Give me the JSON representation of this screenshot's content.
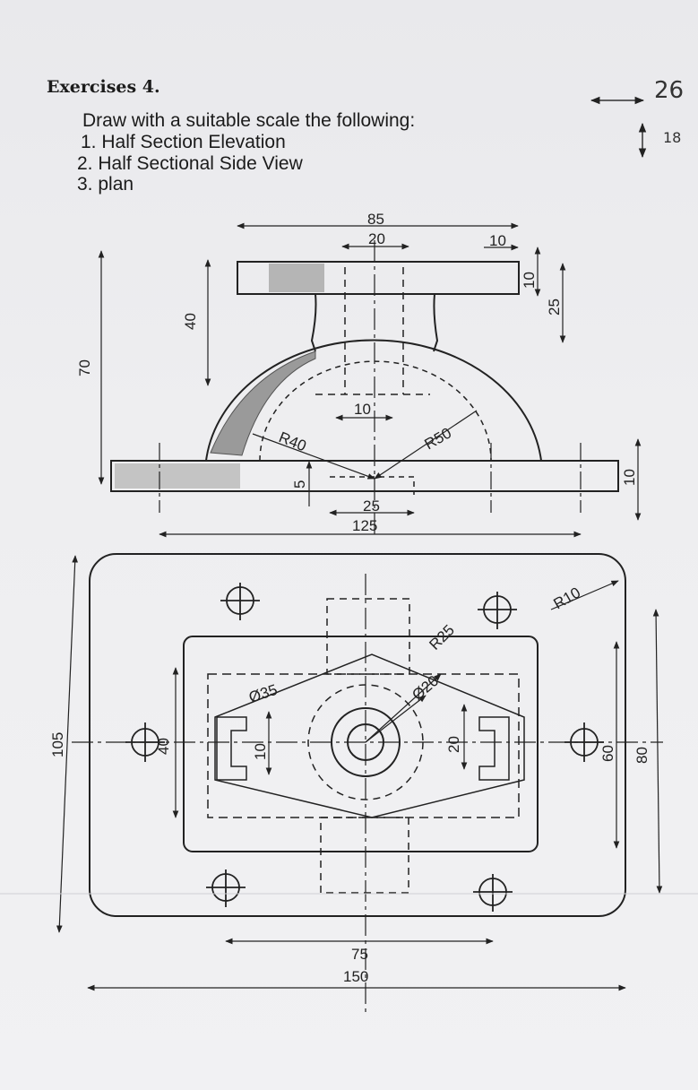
{
  "exercise": {
    "heading": "Exercises 4.",
    "instruction": "Draw with a suitable scale the following:",
    "items": [
      "1. Half Section Elevation",
      "2. Half Sectional Side View",
      "3. plan"
    ]
  },
  "margin_notes": {
    "width_note": "26",
    "height_note": "18"
  },
  "dimensions": {
    "elev_width_top": "85",
    "elev_boss": "20",
    "elev_flange_right": "10",
    "elev_flange_thk": "10",
    "elev_top_height": "25",
    "elev_vert_40": "40",
    "elev_total_height": "70",
    "elev_bore": "10",
    "elev_r40": "R40",
    "elev_r50": "R50",
    "elev_base_5": "5",
    "elev_base_25": "25",
    "elev_base_125": "125",
    "elev_base_thk": "10",
    "plan_height": "105",
    "plan_40": "40",
    "plan_dia35": "Ø35",
    "plan_10": "10",
    "plan_r25": "R25",
    "plan_dia20": "Ø20",
    "plan_20": "20",
    "plan_r10": "R10",
    "plan_60": "60",
    "plan_80": "80",
    "plan_75": "75",
    "plan_150": "150"
  }
}
